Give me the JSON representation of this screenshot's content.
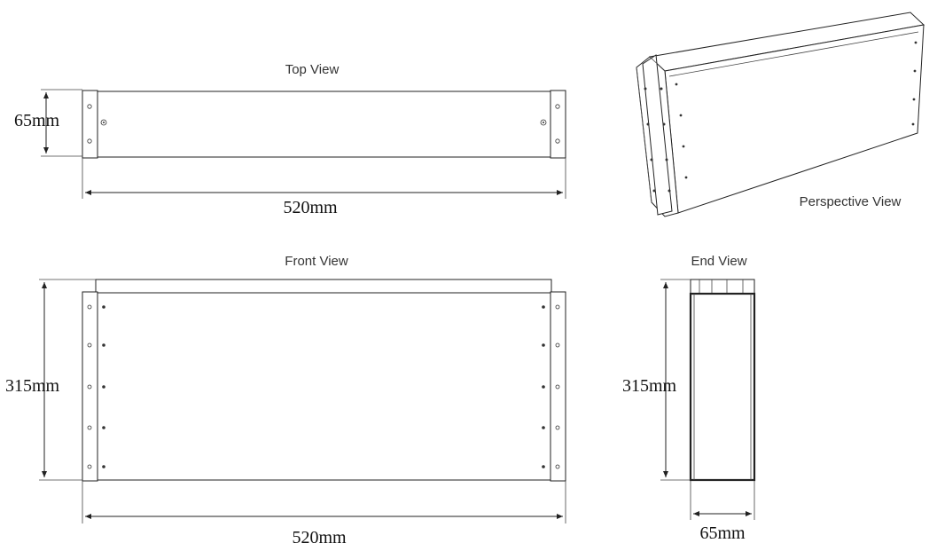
{
  "views": {
    "top": "Top View",
    "front": "Front View",
    "end": "End View",
    "perspective": "Perspective View"
  },
  "dimensions": {
    "top_height": "65mm",
    "top_width": "520mm",
    "front_height": "315mm",
    "front_width": "520mm",
    "end_height": "315mm",
    "end_width": "65mm"
  }
}
